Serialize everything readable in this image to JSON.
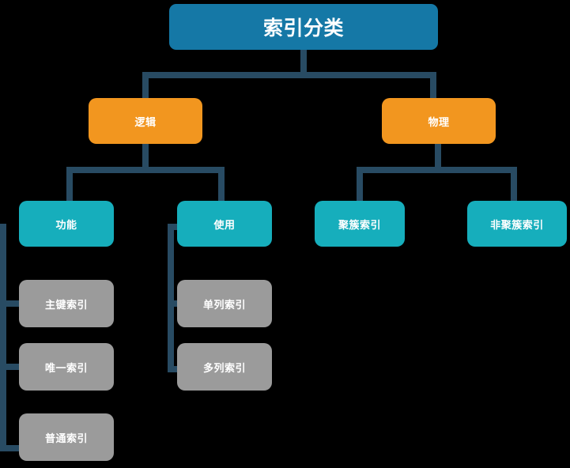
{
  "diagram": {
    "type": "tree",
    "title": "索引分类",
    "background_color": "#000000",
    "connector_color": "#284B63",
    "levels": {
      "root_color": "#1578A6",
      "category_color": "#F2961F",
      "subcategory_color": "#16AEBC",
      "leaf_color": "#9B9B9B"
    },
    "root": {
      "label": "索引分类"
    },
    "categories": [
      {
        "label": "逻辑"
      },
      {
        "label": "物理"
      }
    ],
    "subcategories": [
      {
        "label": "功能"
      },
      {
        "label": "使用"
      },
      {
        "label": "聚簇索引"
      },
      {
        "label": "非聚簇索引"
      }
    ],
    "leaves_function": [
      {
        "label": "主键索引"
      },
      {
        "label": "唯一索引"
      },
      {
        "label": "普通索引"
      }
    ],
    "leaves_usage": [
      {
        "label": "单列索引"
      },
      {
        "label": "多列索引"
      }
    ]
  }
}
